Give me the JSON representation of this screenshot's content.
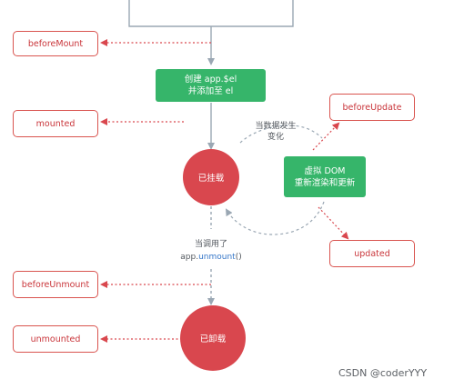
{
  "hooks": {
    "before_mount": "beforeMount",
    "mounted": "mounted",
    "before_update": "beforeUpdate",
    "updated": "updated",
    "before_unmount": "beforeUnmount",
    "unmounted": "unmounted"
  },
  "steps": {
    "create_line1": "创建 app.$el",
    "create_line2": "并添加至 el",
    "vdom_line1": "虚拟 DOM",
    "vdom_line2": "重新渲染和更新"
  },
  "states": {
    "mounted": "已挂载",
    "unmounted": "已卸载"
  },
  "notes": {
    "data_change_line1": "当数据发生",
    "data_change_line2": "变化",
    "unmount_call_line1": "当调用了",
    "unmount_call_prefix": "app.",
    "unmount_call_method": "unmount",
    "unmount_call_suffix": "()"
  },
  "watermark": "CSDN @coderYYY",
  "colors": {
    "hook_border": "#d9544f",
    "hook_text": "#c9353a",
    "green": "#36b56a",
    "circle": "#d9474e",
    "main_line": "#9aa7b3",
    "dotted_red": "#d9474e",
    "dotted_gray": "#9aa7b3",
    "method_blue": "#3576c8"
  }
}
